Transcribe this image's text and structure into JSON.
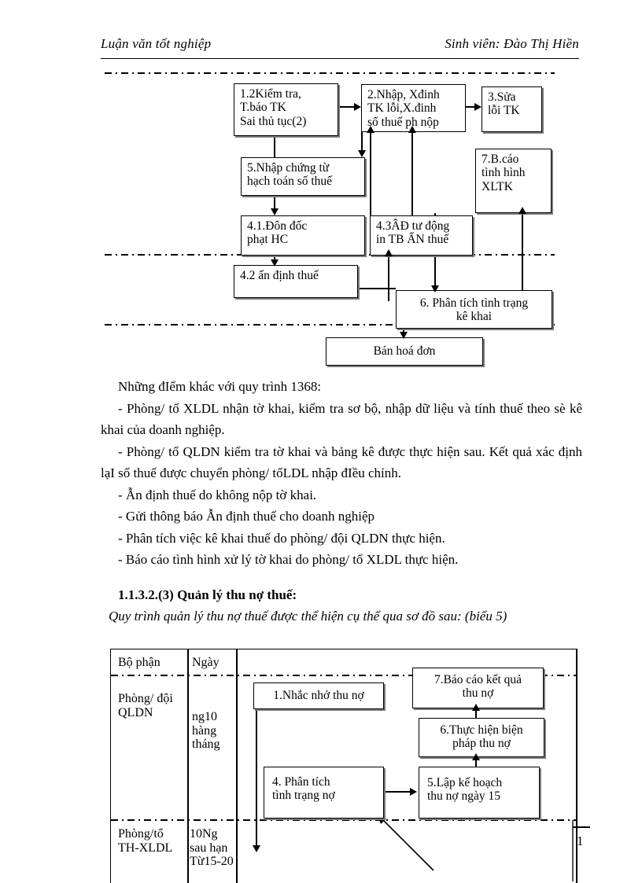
{
  "header": {
    "left": "Luận văn tốt nghiệp",
    "right": "Sinh viên: Đào Thị Hiền"
  },
  "diagram_top": {
    "boxes": [
      {
        "id": "b1",
        "label": "1.2Kiểm tra,\nT.báo TK\nSai thủ tục(2)"
      },
      {
        "id": "b2",
        "label": "2.Nhập, Xđinh\nTK lỗi,X.đinh\nsố thuế ph nộp"
      },
      {
        "id": "b3",
        "label": "3.Sửa\nlỗi TK"
      },
      {
        "id": "b5",
        "label": "5.Nhập chứng từ\nhạch toán số thuế"
      },
      {
        "id": "b7",
        "label": "7.B.cáo\ntình hình\nXLTK"
      },
      {
        "id": "b41",
        "label": "4.1.Đôn đốc\nphạt HC"
      },
      {
        "id": "b43",
        "label": "4.3ÂĐ tư động\nin TB ẤN thuế"
      },
      {
        "id": "b42",
        "label": "4.2 ấn định thuế"
      },
      {
        "id": "b6",
        "label": "6. Phân tích tình trạng\nkê khai"
      },
      {
        "id": "b8",
        "label": "Bán hoá đơn"
      }
    ]
  },
  "body": {
    "intro": "Những đIểm khác với quy trình 1368:",
    "bullets": [
      "- Phòng/ tổ XLDL nhận tờ khai, kiểm tra sơ bộ, nhập dữ liệu và tính thuế theo sè kê khai của doanh nghiệp.",
      "- Phòng/ tổ QLDN kiểm tra tờ khai và bảng kê được thực hiện sau. Kết quả xác định lạI số thuế được chuyển phòng/ tổLDL nhập đIều chỉnh.",
      "- Ẫn định thuế do không nộp tờ khai.",
      "- Gửi thông báo Ẫn định thuế cho doanh nghiệp",
      "- Phân tích việc kê khai thuế do phòng/ đội QLDN thực hiện.",
      "- Báo cáo tình hình xử lý tờ khai do phòng/ tổ XLDL thực hiện."
    ],
    "heading": "1.1.3.2.(3) Quản lý thu nợ thuế:",
    "caption": "Quy trình quản lý thu nợ thuế được thể hiện cụ thể qua sơ đồ sau: (biểu 5)"
  },
  "diagram_bottom": {
    "columns": [
      {
        "id": "c1",
        "header": "Bộ phận"
      },
      {
        "id": "c2",
        "header": "Ngày"
      }
    ],
    "rows": [
      {
        "dept": "Phòng/ đội\nQLDN",
        "date": "ng10\nhàng\ntháng"
      },
      {
        "dept": "Phòng/tổ\nTH-XLDL",
        "date": "10Ng\nsau hạn\nTừ15-20"
      }
    ],
    "boxes": [
      {
        "id": "n1",
        "label": "1.Nhắc nhở thu nợ"
      },
      {
        "id": "n7",
        "label": "7.Báo cáo kết quả\nthu nợ"
      },
      {
        "id": "n6",
        "label": "6.Thực hiện biện\npháp thu nợ"
      },
      {
        "id": "n4",
        "label": "4. Phân tích\n   tình trạng nợ"
      },
      {
        "id": "n5",
        "label": "5.Lập kế hoạch\nthu nợ ngày 15"
      }
    ]
  },
  "footer": {
    "page_number": "1"
  }
}
